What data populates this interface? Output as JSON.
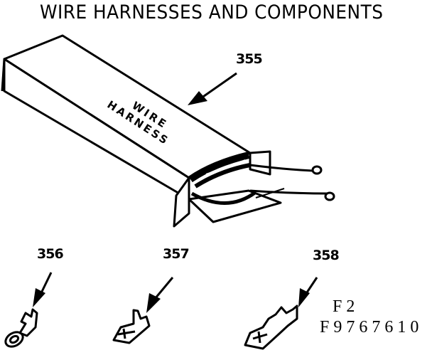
{
  "title": "WIRE HARNESSES AND COMPONENTS",
  "parts": [
    {
      "number": "355",
      "name": "wire-harness-box",
      "box_label_line1": "WIRE",
      "box_label_line2": "HARNESS"
    },
    {
      "number": "356",
      "name": "ring-terminal"
    },
    {
      "number": "357",
      "name": "spade-terminal"
    },
    {
      "number": "358",
      "name": "spade-terminal-flag"
    }
  ],
  "figure_code": {
    "line1": "F2",
    "line2": "F9767610"
  }
}
